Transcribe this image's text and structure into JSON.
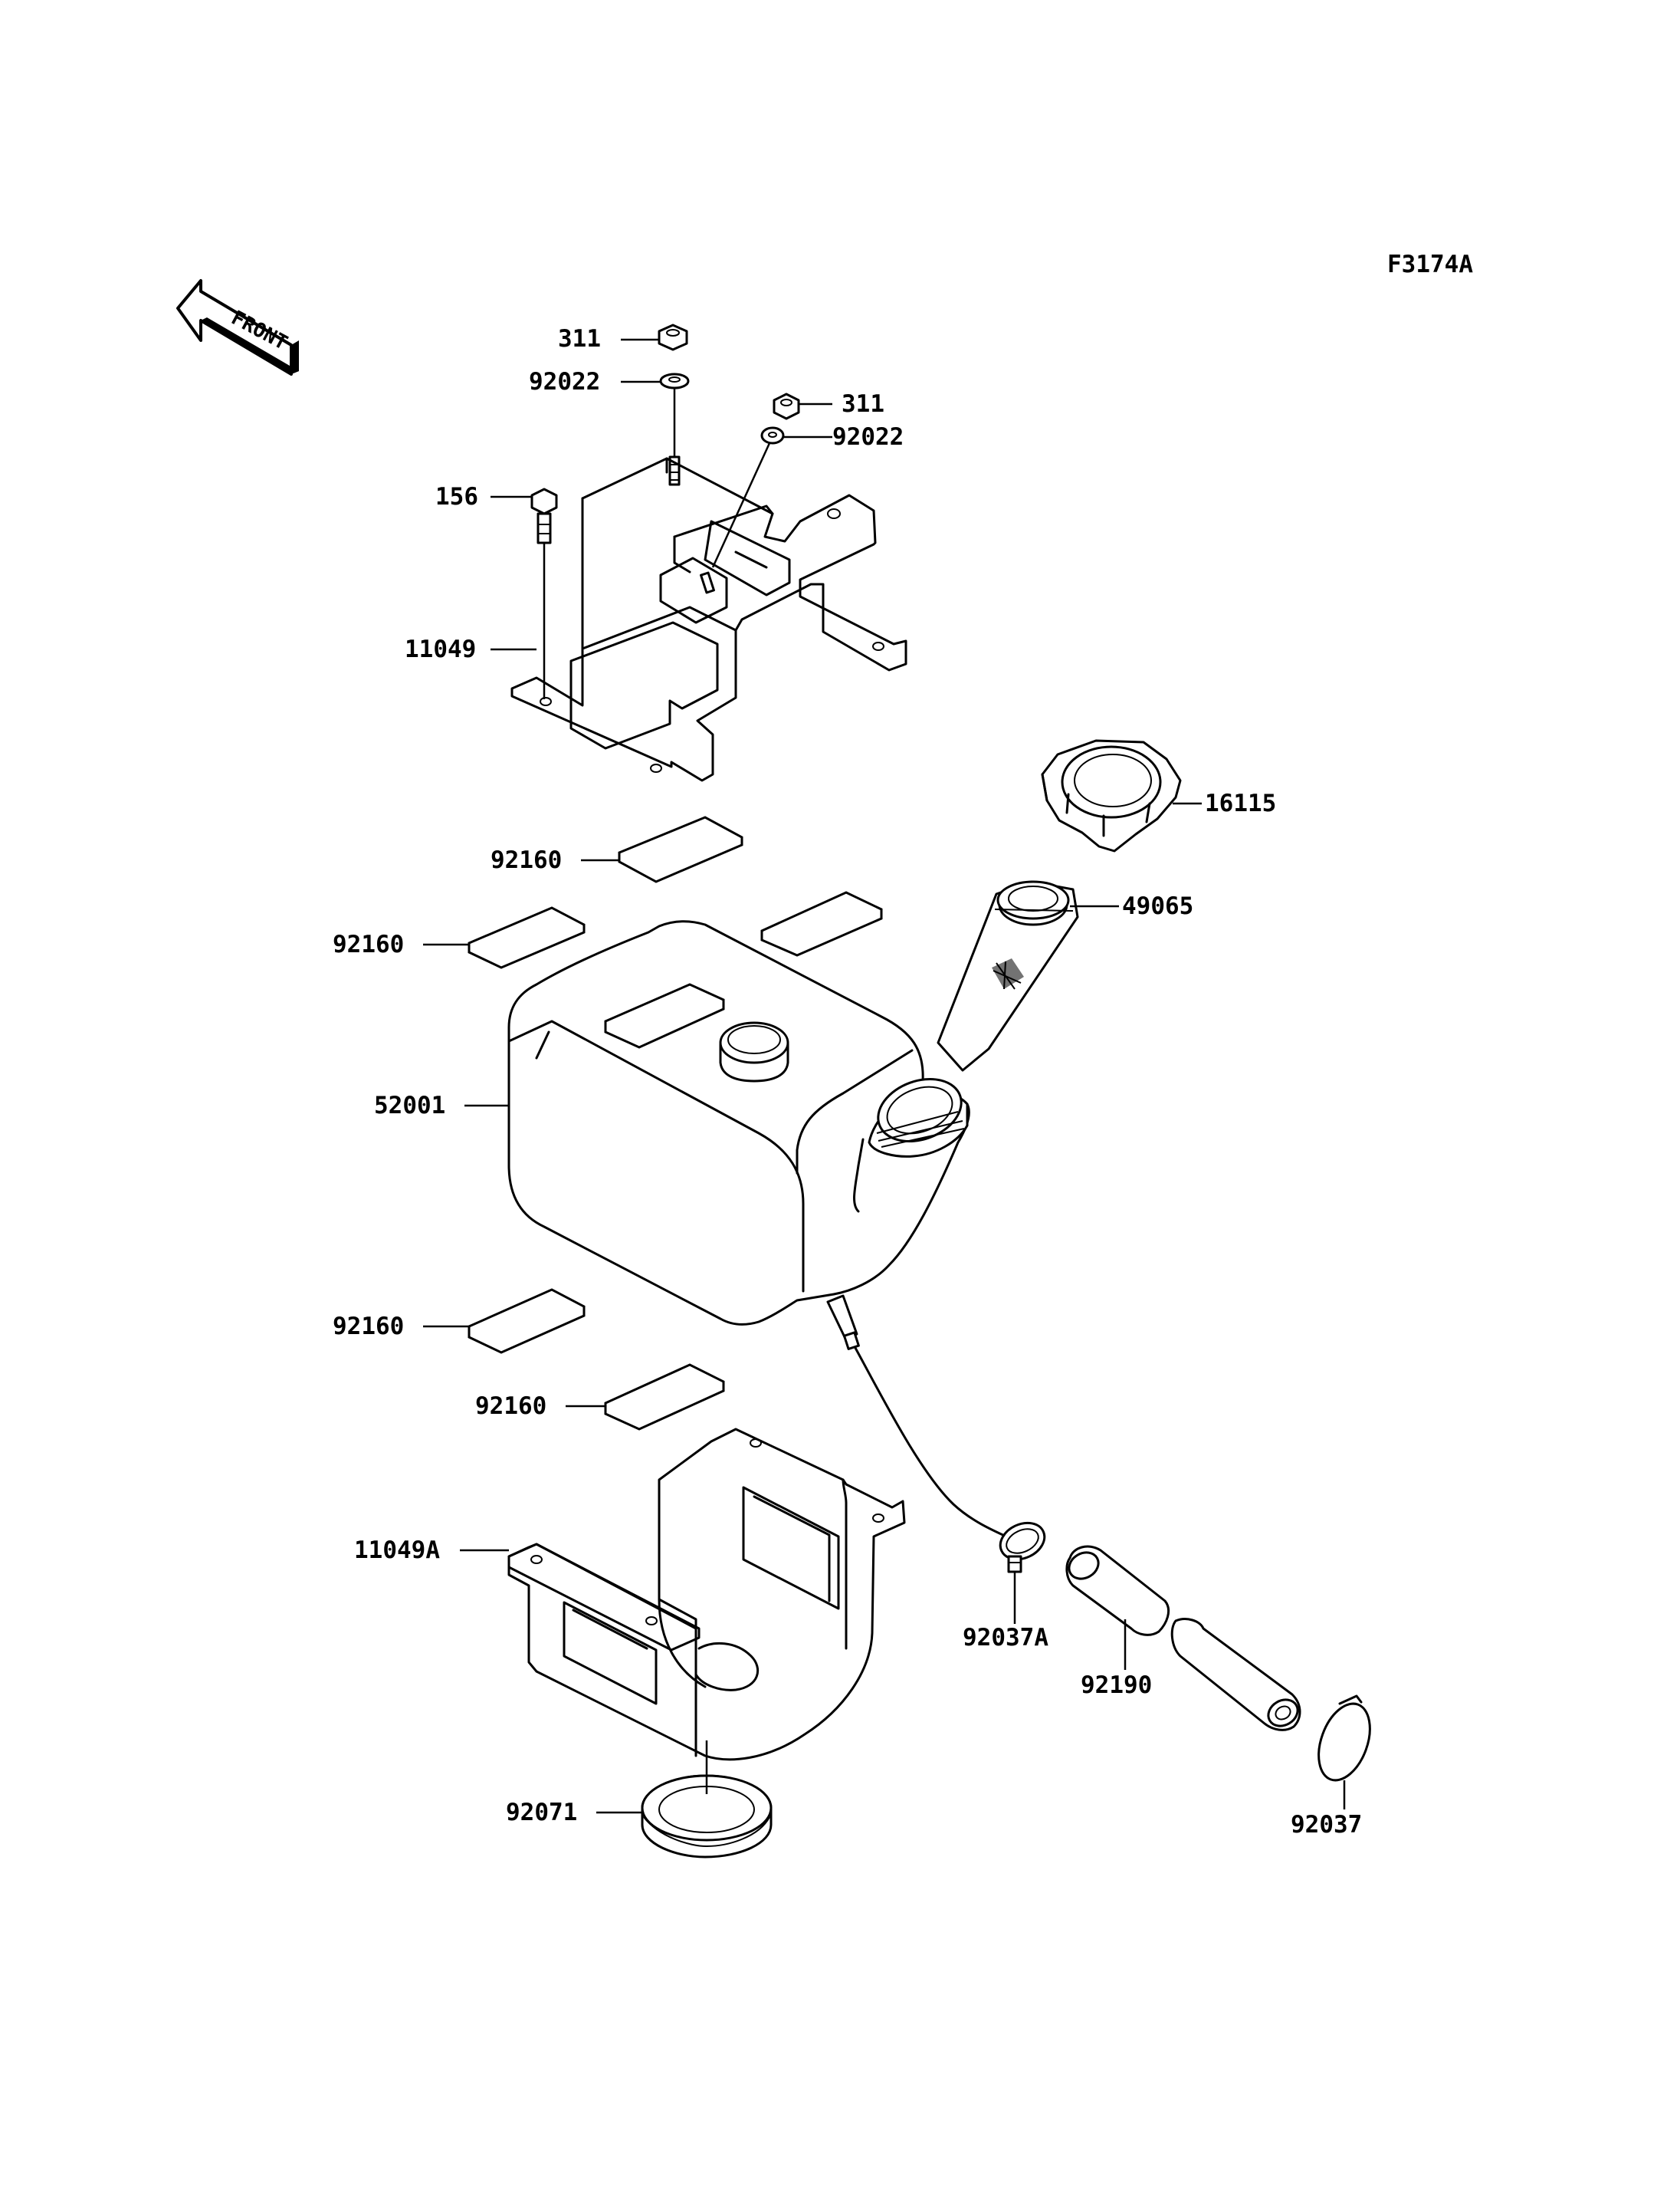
{
  "figure": {
    "code": "F3174A",
    "front_marker": "FRONT"
  },
  "callouts": [
    {
      "id": "nut-top-left",
      "text": "311"
    },
    {
      "id": "washer-top-left",
      "text": "92022"
    },
    {
      "id": "nut-top-right",
      "text": "311"
    },
    {
      "id": "washer-top-right",
      "text": "92022"
    },
    {
      "id": "bolt",
      "text": "156"
    },
    {
      "id": "upper-bracket",
      "text": "11049"
    },
    {
      "id": "cap",
      "text": "16115"
    },
    {
      "id": "filler-neck",
      "text": "49065"
    },
    {
      "id": "pad-1",
      "text": "92160"
    },
    {
      "id": "pad-2",
      "text": "92160"
    },
    {
      "id": "tank",
      "text": "52001"
    },
    {
      "id": "pad-3",
      "text": "92160"
    },
    {
      "id": "pad-4",
      "text": "92160"
    },
    {
      "id": "lower-bracket",
      "text": "11049A"
    },
    {
      "id": "hose-clamp-a",
      "text": "92037A"
    },
    {
      "id": "hose",
      "text": "92190"
    },
    {
      "id": "hose-clamp",
      "text": "92037"
    },
    {
      "id": "grommet",
      "text": "92071"
    }
  ]
}
